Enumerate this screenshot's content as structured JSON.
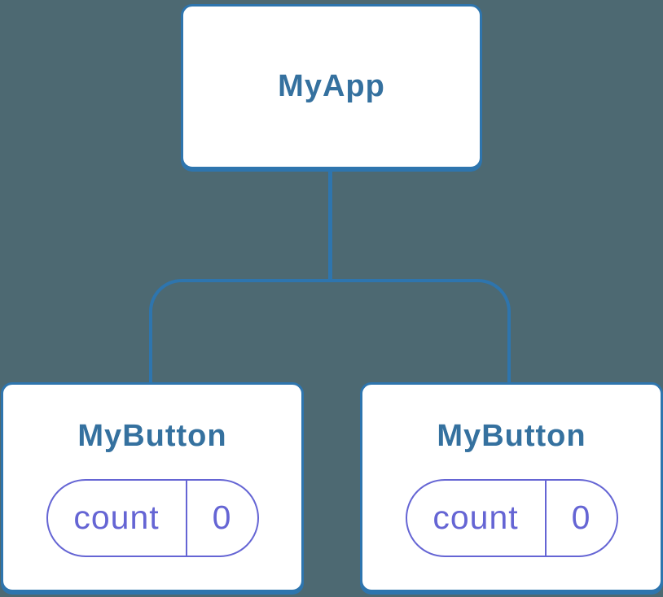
{
  "diagram": {
    "type": "component-tree",
    "colors": {
      "background": "#4D6972",
      "node_background": "#FFFFFF",
      "node_border_blue": "#2E75AE",
      "title_text_blue": "#35719F",
      "state_purple": "#6565D4"
    },
    "tree": {
      "root": {
        "label": "MyApp"
      },
      "children": [
        {
          "label": "MyButton",
          "state": {
            "key": "count",
            "value": "0"
          }
        },
        {
          "label": "MyButton",
          "state": {
            "key": "count",
            "value": "0"
          }
        }
      ]
    }
  }
}
